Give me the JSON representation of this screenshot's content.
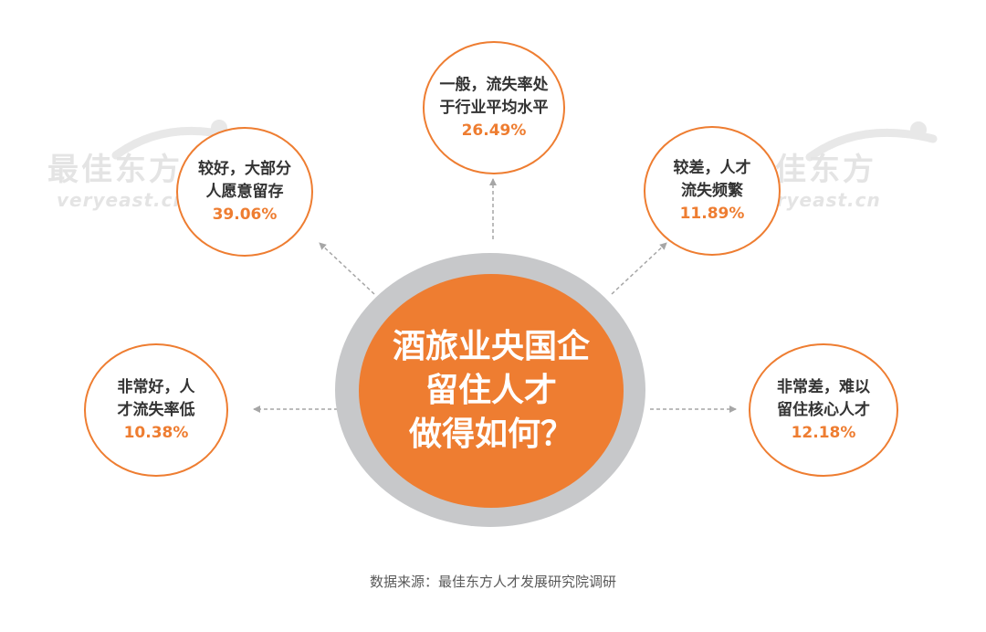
{
  "watermark": {
    "brand_cn": "最佳东方",
    "brand_en": "veryeast.cn"
  },
  "center": {
    "lines": [
      "酒旅业央国企",
      "留住人才",
      "做得如何？"
    ]
  },
  "bubbles": {
    "top": {
      "lines": [
        "一般，流失率处",
        "于行业平均水平"
      ],
      "percent": "26.49%"
    },
    "upper_left": {
      "lines": [
        "较好，大部分",
        "人愿意留存"
      ],
      "percent": "39.06%"
    },
    "upper_right": {
      "lines": [
        "较差，人才",
        "流失频繁"
      ],
      "percent": "11.89%"
    },
    "lower_left": {
      "lines": [
        "非常好，人",
        "才流失率低"
      ],
      "percent": "10.38%"
    },
    "lower_right": {
      "lines": [
        "非常差，难以",
        "留住核心人才"
      ],
      "percent": "12.18%"
    }
  },
  "source": "数据来源：最佳东方人才发展研究院调研",
  "colors": {
    "accent": "#ee7d31",
    "ring": "#c7c8ca",
    "arrow": "#a6a6a6",
    "watermark": "#e4e4e4",
    "text": "#333333"
  }
}
